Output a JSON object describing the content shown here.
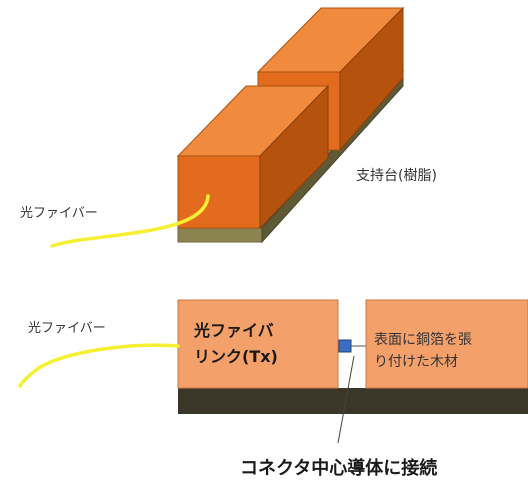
{
  "top_view": {
    "base_label": "支持台(樹脂)",
    "fiber_label": "光ファイバー"
  },
  "side_view": {
    "fiber_label": "光ファイバー",
    "tx_block_line1": "光ファイバ",
    "tx_block_line2": "リンク(Tx)",
    "wood_block_line1": "表面に銅箔を張",
    "wood_block_line2": "り付けた木材",
    "connector_label": "コネクタ中心導体に接続"
  },
  "colors": {
    "block_front": "#e26b1e",
    "block_top": "#f08a3c",
    "block_side": "#b5530e",
    "base_top": "#8c8450",
    "base_side": "#5f5a35",
    "fiber": "#f5f032",
    "flat_block": "#f4a06a",
    "flat_base": "#3a3628",
    "connector": "#3a6fc4"
  }
}
